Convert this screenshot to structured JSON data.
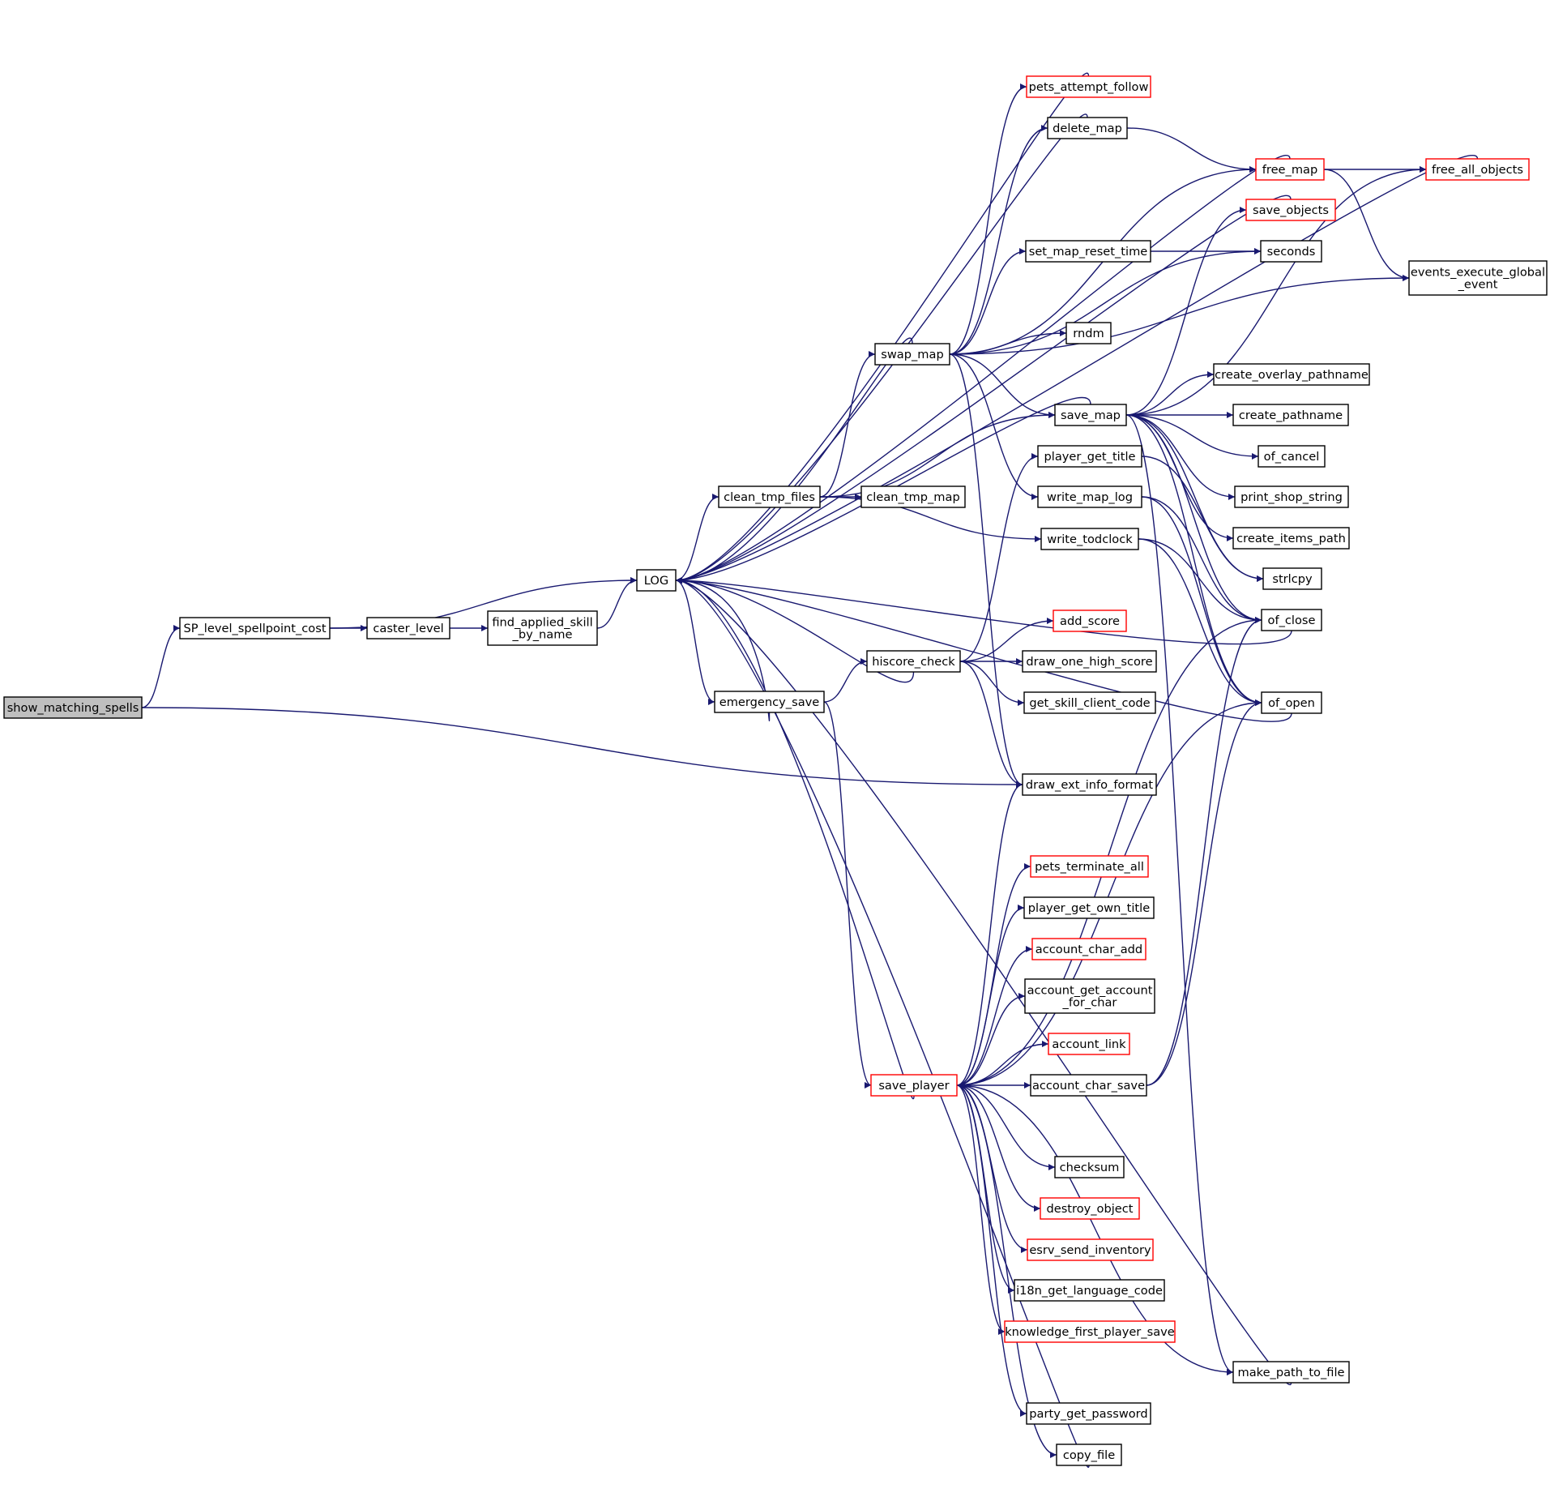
{
  "graph": {
    "colors": {
      "edge": "#191970",
      "node_border": "#000000",
      "truncated_border": "#ff0000",
      "root_fill": "#bfbfbf",
      "background": "#ffffff"
    },
    "nodes": [
      {
        "id": "show_matching_spells",
        "label": "show_matching_spells",
        "style": "root"
      },
      {
        "id": "SP_level_spellpoint_cost",
        "label": "SP_level_spellpoint_cost"
      },
      {
        "id": "caster_level",
        "label": "caster_level"
      },
      {
        "id": "find_applied_skill_by_name",
        "label": "find_applied_skill\n_by_name"
      },
      {
        "id": "LOG",
        "label": "LOG"
      },
      {
        "id": "clean_tmp_files",
        "label": "clean_tmp_files"
      },
      {
        "id": "clean_tmp_map",
        "label": "clean_tmp_map"
      },
      {
        "id": "emergency_save",
        "label": "emergency_save"
      },
      {
        "id": "hiscore_check",
        "label": "hiscore_check"
      },
      {
        "id": "swap_map",
        "label": "swap_map"
      },
      {
        "id": "save_player",
        "label": "save_player",
        "style": "truncated"
      },
      {
        "id": "pets_attempt_follow",
        "label": "pets_attempt_follow",
        "style": "truncated"
      },
      {
        "id": "delete_map",
        "label": "delete_map"
      },
      {
        "id": "set_map_reset_time",
        "label": "set_map_reset_time"
      },
      {
        "id": "rndm",
        "label": "rndm"
      },
      {
        "id": "save_map",
        "label": "save_map"
      },
      {
        "id": "player_get_title",
        "label": "player_get_title"
      },
      {
        "id": "write_map_log",
        "label": "write_map_log"
      },
      {
        "id": "write_todclock",
        "label": "write_todclock"
      },
      {
        "id": "add_score",
        "label": "add_score",
        "style": "truncated"
      },
      {
        "id": "draw_one_high_score",
        "label": "draw_one_high_score"
      },
      {
        "id": "get_skill_client_code",
        "label": "get_skill_client_code"
      },
      {
        "id": "draw_ext_info_format",
        "label": "draw_ext_info_format"
      },
      {
        "id": "pets_terminate_all",
        "label": "pets_terminate_all",
        "style": "truncated"
      },
      {
        "id": "player_get_own_title",
        "label": "player_get_own_title"
      },
      {
        "id": "account_char_add",
        "label": "account_char_add",
        "style": "truncated"
      },
      {
        "id": "account_get_account_for_char",
        "label": "account_get_account\n_for_char"
      },
      {
        "id": "account_link",
        "label": "account_link",
        "style": "truncated"
      },
      {
        "id": "account_char_save",
        "label": "account_char_save"
      },
      {
        "id": "checksum",
        "label": "checksum"
      },
      {
        "id": "destroy_object",
        "label": "destroy_object",
        "style": "truncated"
      },
      {
        "id": "esrv_send_inventory",
        "label": "esrv_send_inventory",
        "style": "truncated"
      },
      {
        "id": "i18n_get_language_code",
        "label": "i18n_get_language_code"
      },
      {
        "id": "knowledge_first_player_save",
        "label": "knowledge_first_player_save",
        "style": "truncated"
      },
      {
        "id": "party_get_password",
        "label": "party_get_password"
      },
      {
        "id": "copy_file",
        "label": "copy_file"
      },
      {
        "id": "free_map",
        "label": "free_map",
        "style": "truncated"
      },
      {
        "id": "save_objects",
        "label": "save_objects",
        "style": "truncated"
      },
      {
        "id": "seconds",
        "label": "seconds"
      },
      {
        "id": "create_overlay_pathname",
        "label": "create_overlay_pathname"
      },
      {
        "id": "create_pathname",
        "label": "create_pathname"
      },
      {
        "id": "of_cancel",
        "label": "of_cancel"
      },
      {
        "id": "print_shop_string",
        "label": "print_shop_string"
      },
      {
        "id": "create_items_path",
        "label": "create_items_path"
      },
      {
        "id": "strlcpy",
        "label": "strlcpy"
      },
      {
        "id": "of_close",
        "label": "of_close"
      },
      {
        "id": "of_open",
        "label": "of_open"
      },
      {
        "id": "make_path_to_file",
        "label": "make_path_to_file"
      },
      {
        "id": "free_all_objects",
        "label": "free_all_objects",
        "style": "truncated"
      },
      {
        "id": "events_execute_global_event",
        "label": "events_execute_global\n_event"
      }
    ],
    "edges": [
      [
        "show_matching_spells",
        "SP_level_spellpoint_cost"
      ],
      [
        "show_matching_spells",
        "draw_ext_info_format"
      ],
      [
        "SP_level_spellpoint_cost",
        "LOG"
      ],
      [
        "SP_level_spellpoint_cost",
        "caster_level"
      ],
      [
        "caster_level",
        "find_applied_skill_by_name"
      ],
      [
        "find_applied_skill_by_name",
        "LOG"
      ],
      [
        "LOG",
        "clean_tmp_files"
      ],
      [
        "LOG",
        "emergency_save"
      ],
      [
        "clean_tmp_files",
        "clean_tmp_map"
      ],
      [
        "clean_tmp_files",
        "swap_map"
      ],
      [
        "clean_tmp_files",
        "save_map"
      ],
      [
        "clean_tmp_files",
        "write_todclock"
      ],
      [
        "emergency_save",
        "LOG"
      ],
      [
        "emergency_save",
        "hiscore_check"
      ],
      [
        "emergency_save",
        "save_player"
      ],
      [
        "hiscore_check",
        "LOG"
      ],
      [
        "hiscore_check",
        "player_get_title"
      ],
      [
        "hiscore_check",
        "add_score"
      ],
      [
        "hiscore_check",
        "draw_one_high_score"
      ],
      [
        "hiscore_check",
        "get_skill_client_code"
      ],
      [
        "hiscore_check",
        "draw_ext_info_format"
      ],
      [
        "swap_map",
        "LOG"
      ],
      [
        "swap_map",
        "pets_attempt_follow"
      ],
      [
        "swap_map",
        "delete_map"
      ],
      [
        "swap_map",
        "free_map"
      ],
      [
        "swap_map",
        "set_map_reset_time"
      ],
      [
        "swap_map",
        "seconds"
      ],
      [
        "swap_map",
        "rndm"
      ],
      [
        "swap_map",
        "events_execute_global_event"
      ],
      [
        "swap_map",
        "save_map"
      ],
      [
        "swap_map",
        "write_map_log"
      ],
      [
        "swap_map",
        "draw_ext_info_format"
      ],
      [
        "pets_attempt_follow",
        "LOG"
      ],
      [
        "delete_map",
        "LOG"
      ],
      [
        "delete_map",
        "free_map"
      ],
      [
        "free_map",
        "LOG"
      ],
      [
        "free_map",
        "free_all_objects"
      ],
      [
        "free_map",
        "events_execute_global_event"
      ],
      [
        "free_all_objects",
        "LOG"
      ],
      [
        "save_objects",
        "LOG"
      ],
      [
        "set_map_reset_time",
        "seconds"
      ],
      [
        "save_map",
        "LOG"
      ],
      [
        "save_map",
        "save_objects"
      ],
      [
        "save_map",
        "free_all_objects"
      ],
      [
        "save_map",
        "create_overlay_pathname"
      ],
      [
        "save_map",
        "create_pathname"
      ],
      [
        "save_map",
        "of_cancel"
      ],
      [
        "save_map",
        "print_shop_string"
      ],
      [
        "save_map",
        "create_items_path"
      ],
      [
        "save_map",
        "strlcpy"
      ],
      [
        "save_map",
        "of_close"
      ],
      [
        "save_map",
        "of_open"
      ],
      [
        "save_map",
        "make_path_to_file"
      ],
      [
        "player_get_title",
        "strlcpy"
      ],
      [
        "write_map_log",
        "of_close"
      ],
      [
        "write_map_log",
        "of_open"
      ],
      [
        "write_todclock",
        "of_close"
      ],
      [
        "write_todclock",
        "of_open"
      ],
      [
        "of_close",
        "LOG"
      ],
      [
        "of_open",
        "LOG"
      ],
      [
        "save_player",
        "LOG"
      ],
      [
        "save_player",
        "draw_ext_info_format"
      ],
      [
        "save_player",
        "of_close"
      ],
      [
        "save_player",
        "pets_terminate_all"
      ],
      [
        "save_player",
        "player_get_own_title"
      ],
      [
        "save_player",
        "account_char_add"
      ],
      [
        "save_player",
        "account_get_account_for_char"
      ],
      [
        "save_player",
        "account_link"
      ],
      [
        "save_player",
        "account_char_save"
      ],
      [
        "save_player",
        "of_open"
      ],
      [
        "save_player",
        "checksum"
      ],
      [
        "save_player",
        "destroy_object"
      ],
      [
        "save_player",
        "esrv_send_inventory"
      ],
      [
        "save_player",
        "i18n_get_language_code"
      ],
      [
        "save_player",
        "knowledge_first_player_save"
      ],
      [
        "save_player",
        "make_path_to_file"
      ],
      [
        "save_player",
        "party_get_password"
      ],
      [
        "save_player",
        "copy_file"
      ],
      [
        "account_char_save",
        "of_close"
      ],
      [
        "account_char_save",
        "of_open"
      ],
      [
        "copy_file",
        "LOG"
      ],
      [
        "make_path_to_file",
        "LOG"
      ]
    ]
  }
}
